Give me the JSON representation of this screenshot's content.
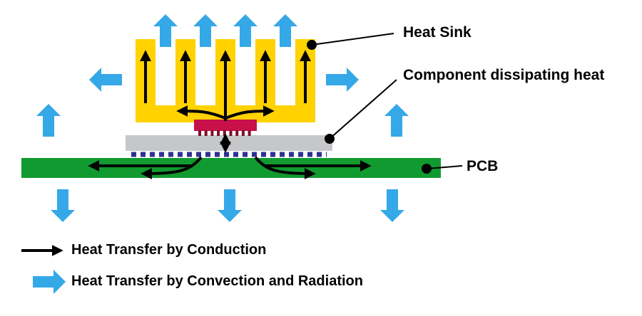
{
  "diagram": {
    "title_labels": {
      "heat_sink": "Heat Sink",
      "component": "Component dissipating heat",
      "pcb": "PCB"
    },
    "legend": [
      {
        "type": "conduction",
        "label": "Heat Transfer by Conduction"
      },
      {
        "type": "convection_radiation",
        "label": "Heat Transfer by Convection and Radiation"
      }
    ],
    "colors": {
      "heat_sink_yellow": "#FFD200",
      "convection_blue": "#35A8E8",
      "pcb_green": "#119A30",
      "component_red": "#C8104B",
      "component_pins_dark": "#7D1128",
      "solder_blue": "#2E3192",
      "plate_gray": "#C6C7C9",
      "conduction_black": "#000000"
    }
  }
}
